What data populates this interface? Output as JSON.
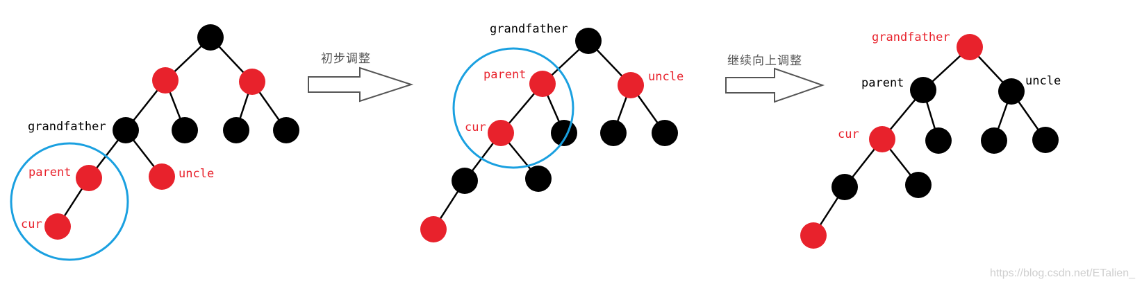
{
  "colors": {
    "red_node": "#e8222c",
    "black_node": "#000000",
    "red_label": "#e8222c",
    "black_label": "#000000",
    "highlight_circle": "#1aa0e0"
  },
  "steps": [
    {
      "nodes": [
        {
          "id": "s1-root",
          "color": "black"
        },
        {
          "id": "s1-l",
          "color": "red"
        },
        {
          "id": "s1-r",
          "color": "red"
        },
        {
          "id": "s1-ll",
          "color": "black",
          "label": "grandfather",
          "label_color": "black"
        },
        {
          "id": "s1-lr",
          "color": "black"
        },
        {
          "id": "s1-rl",
          "color": "black"
        },
        {
          "id": "s1-rr",
          "color": "black"
        },
        {
          "id": "s1-lll",
          "color": "red",
          "label": "parent",
          "label_color": "red"
        },
        {
          "id": "s1-llr",
          "color": "red",
          "label": "uncle",
          "label_color": "red"
        },
        {
          "id": "s1-cur",
          "color": "red",
          "label": "cur",
          "label_color": "red"
        }
      ]
    },
    {
      "nodes": [
        {
          "id": "s2-root",
          "color": "black",
          "label": "grandfather",
          "label_color": "black"
        },
        {
          "id": "s2-l",
          "color": "red",
          "label": "parent",
          "label_color": "red"
        },
        {
          "id": "s2-r",
          "color": "red",
          "label": "uncle",
          "label_color": "red"
        },
        {
          "id": "s2-ll",
          "color": "red",
          "label": "cur",
          "label_color": "red"
        },
        {
          "id": "s2-lr",
          "color": "black"
        },
        {
          "id": "s2-rl",
          "color": "black"
        },
        {
          "id": "s2-rr",
          "color": "black"
        },
        {
          "id": "s2-lll",
          "color": "black"
        },
        {
          "id": "s2-llr",
          "color": "black"
        },
        {
          "id": "s2-llll",
          "color": "red"
        }
      ]
    },
    {
      "nodes": [
        {
          "id": "s3-root",
          "color": "red",
          "label": "grandfather",
          "label_color": "red"
        },
        {
          "id": "s3-l",
          "color": "black",
          "label": "parent",
          "label_color": "black"
        },
        {
          "id": "s3-r",
          "color": "black",
          "label": "uncle",
          "label_color": "black"
        },
        {
          "id": "s3-ll",
          "color": "red",
          "label": "cur",
          "label_color": "red"
        },
        {
          "id": "s3-lr",
          "color": "black"
        },
        {
          "id": "s3-rl",
          "color": "black"
        },
        {
          "id": "s3-rr",
          "color": "black"
        },
        {
          "id": "s3-lll",
          "color": "black"
        },
        {
          "id": "s3-llr",
          "color": "black"
        },
        {
          "id": "s3-llll",
          "color": "red"
        }
      ]
    }
  ],
  "arrows": [
    {
      "label": "初步调整"
    },
    {
      "label": "继续向上调整"
    }
  ],
  "watermark": "https://blog.csdn.net/ETalien_"
}
